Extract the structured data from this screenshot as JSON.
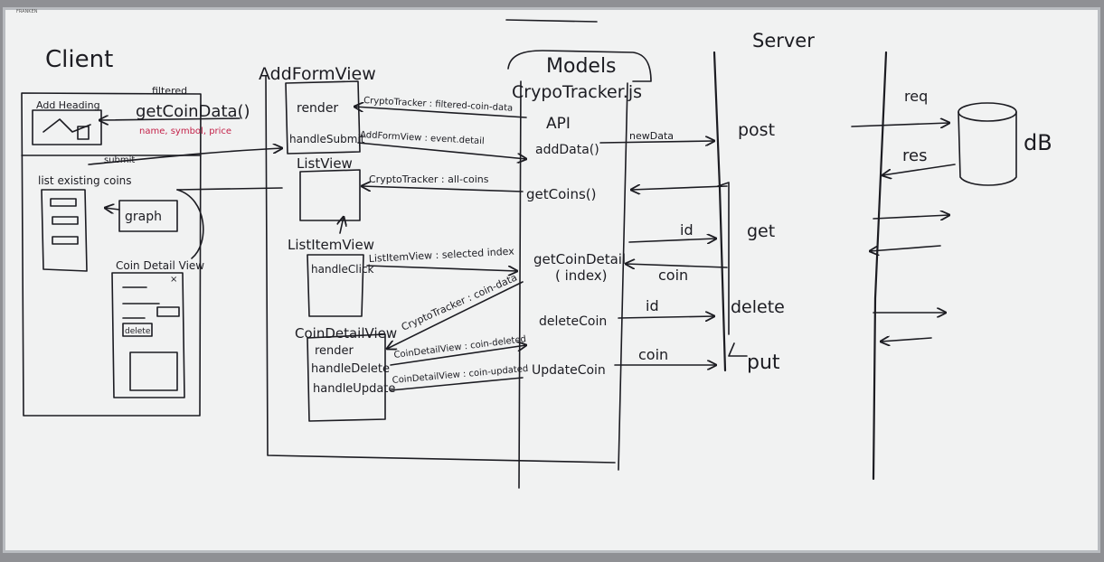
{
  "board": {
    "maker": "FRANKEN",
    "client": {
      "title": "Client",
      "add_heading": "Add Heading",
      "filtered": "filtered",
      "get_coin_data": "getCoinData()",
      "fields": "name, symbol, price",
      "submit": "submit",
      "list_existing": "list existing coins",
      "graph": "graph",
      "coin_detail_view": "Coin Detail View",
      "delete": "delete"
    },
    "views": {
      "add_form_view": "AddFormView",
      "render": "render",
      "handle_submit": "handleSubmit",
      "list_view": "ListView",
      "list_item_view": "ListItemView",
      "handle_click": "handleClick",
      "coin_detail_view": "CoinDetailView",
      "detail_render": "render",
      "handle_delete": "handleDelete",
      "handle_update": "handleUpdate"
    },
    "events": {
      "filtered_coin_data": "CryptoTracker : filtered-coin-data",
      "event_detail": "AddFormView : event.detail",
      "all_coins": "CryptoTracker : all-coins",
      "selected_index": "ListItemView : selected index",
      "coin_data": "CryptoTracker : coin-data",
      "coin_deleted": "CoinDetailView : coin-deleted",
      "coin_updated": "CoinDetailView : coin-updated"
    },
    "models": {
      "title": "Models",
      "file": "CrypoTracker.js",
      "api": "API",
      "add_data": "addData()",
      "get_coins": "getCoins()",
      "get_coin_detail": "getCoinDetail",
      "index": "( index)",
      "delete_coin": "deleteCoin",
      "update_coin": "UpdateCoin"
    },
    "requests": {
      "new_data": "newData",
      "id_get": "id",
      "coin_get": "coin",
      "id_delete": "id",
      "coin_put": "coin"
    },
    "server": {
      "title": "Server",
      "post": "post",
      "get": "get",
      "delete": "delete",
      "put": "put",
      "req": "req",
      "res": "res",
      "db": "dB"
    }
  }
}
